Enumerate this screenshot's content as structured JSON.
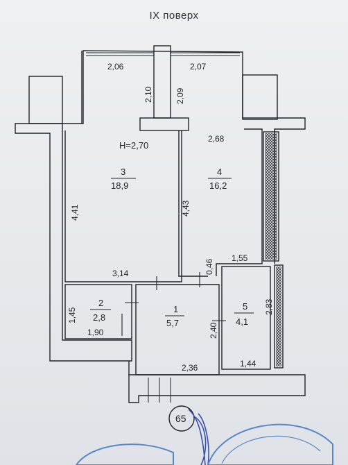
{
  "floor_title": "IX поверх",
  "ceiling_height": "H=2,70",
  "page_number": "65",
  "rooms": [
    {
      "number": "3",
      "area": "18,9"
    },
    {
      "number": "4",
      "area": "16,2"
    },
    {
      "number": "2",
      "area": "2,8"
    },
    {
      "number": "1",
      "area": "5,7"
    },
    {
      "number": "5",
      "area": "4,1"
    }
  ],
  "dimensions": [
    "2,06",
    "2,07",
    "2,10",
    "2,09",
    "2,68",
    "4,41",
    "4,43",
    "3,14",
    "0,46",
    "1,55",
    "2,83",
    "1,45",
    "1,90",
    "2,40",
    "2,36",
    "1,44"
  ],
  "colors": {
    "line": "#1f2328",
    "stamp": "#5a86c8",
    "signature": "#3b4fb0",
    "paper": "#e9ecef"
  }
}
